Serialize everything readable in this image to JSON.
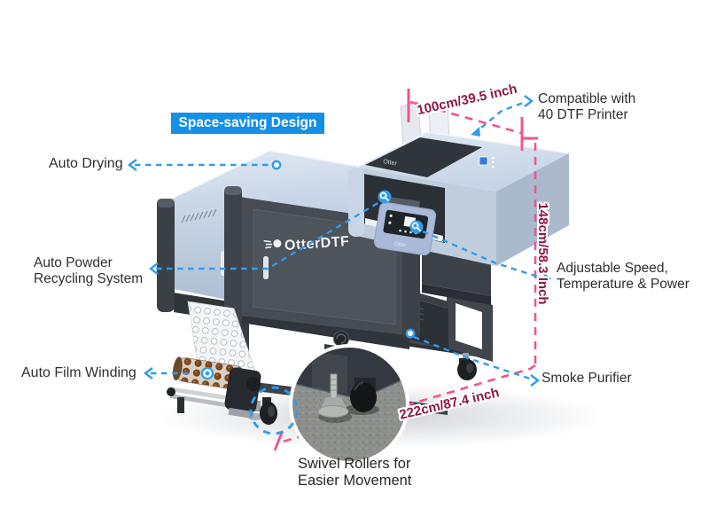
{
  "title_badge": {
    "label": "Space-saving Design"
  },
  "machine": {
    "brand": "OtterDTF",
    "printer_logo": "Otter",
    "panel_logo": "Otter"
  },
  "callouts": {
    "auto_drying": {
      "label": "Auto Drying"
    },
    "auto_powder": {
      "lines": [
        "Auto Powder",
        "Recycling System"
      ]
    },
    "auto_film": {
      "label": "Auto Film Winding"
    },
    "compatible": {
      "lines": [
        "Compatible with",
        "40 DTF Printer"
      ]
    },
    "adjustable": {
      "lines": [
        "Adjustable Speed,",
        "Temperature & Power"
      ]
    },
    "smoke": {
      "label": "Smoke Purifier"
    },
    "swivel": {
      "lines": [
        "Swivel Rollers for",
        "Easier Movement"
      ]
    }
  },
  "dimensions": {
    "width": {
      "label": "100cm/39.5 inch"
    },
    "height": {
      "label": "148cm/58.3 Inch"
    },
    "depth": {
      "label": "222cm/87.4 inch"
    }
  },
  "icons": [
    "magnifier-icon",
    "arrow-chevron-icon",
    "ring-marker-icon",
    "brand-swoosh-icon"
  ],
  "colors": {
    "accent_blue": "#1590e6",
    "connector_blue": "#2f9ced",
    "dimension_pink": "#f2548f",
    "dimension_text": "#8e1747",
    "label_text": "#2f2f2f"
  }
}
